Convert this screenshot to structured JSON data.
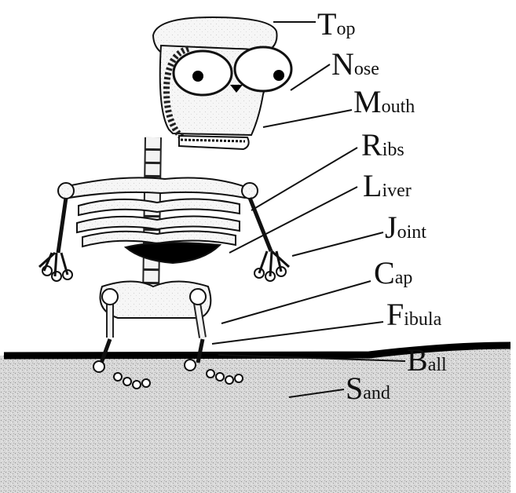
{
  "colors": {
    "ink": "#111111",
    "bone": "#f4f4f4",
    "sand": "#cfcfcf",
    "ground_line": "#000000"
  },
  "labels": [
    {
      "key": "top",
      "first": "T",
      "rest": "op"
    },
    {
      "key": "nose",
      "first": "N",
      "rest": "ose"
    },
    {
      "key": "mouth",
      "first": "M",
      "rest": "outh"
    },
    {
      "key": "ribs",
      "first": "R",
      "rest": "ibs"
    },
    {
      "key": "liver",
      "first": "L",
      "rest": "iver"
    },
    {
      "key": "joint",
      "first": "J",
      "rest": "oint"
    },
    {
      "key": "cap",
      "first": "C",
      "rest": "ap"
    },
    {
      "key": "fibula",
      "first": "F",
      "rest": "ibula"
    },
    {
      "key": "ball",
      "first": "B",
      "rest": "all"
    },
    {
      "key": "sand",
      "first": "S",
      "rest": "and"
    }
  ]
}
